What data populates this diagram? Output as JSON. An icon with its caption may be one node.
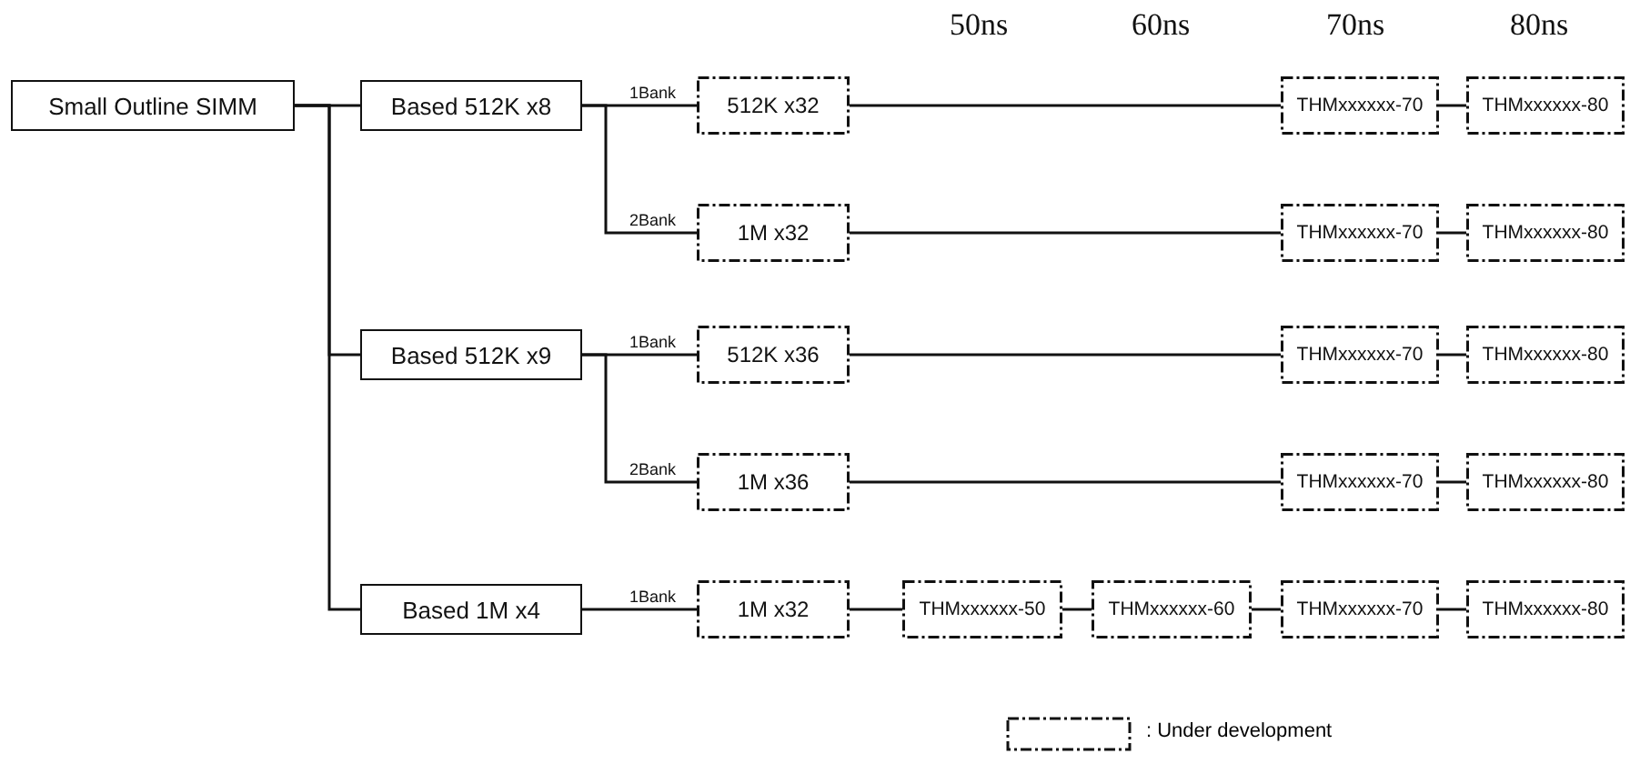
{
  "diagram": {
    "nodes": [
      {
        "text": [
          "Small Outline SIMM"
        ]
      },
      {
        "text": [
          "Based 512K x8"
        ]
      },
      {
        "text": [
          "512K x32"
        ]
      },
      {
        "text": [
          "THMxxxxxx-70"
        ]
      },
      {
        "text": [
          "THMxxxxxx-80"
        ]
      },
      {
        "text": [
          "1M x32"
        ]
      },
      {
        "text": [
          "THMxxxxxx-70"
        ]
      },
      {
        "text": [
          "THMxxxxxx-80"
        ]
      },
      {
        "text": [
          "Based 512K x9"
        ]
      },
      {
        "text": [
          "512K x36"
        ]
      },
      {
        "text": [
          "THMxxxxxx-70"
        ]
      },
      {
        "text": [
          "THMxxxxxx-80"
        ]
      },
      {
        "text": [
          "1M x36"
        ]
      },
      {
        "text": [
          "THMxxxxxx-70"
        ]
      },
      {
        "text": [
          "THMxxxxxx-80"
        ]
      },
      {
        "text": [
          "Based 1M x4"
        ]
      },
      {
        "text": [
          "1M x32"
        ]
      },
      {
        "text": [
          "THMxxxxxx-50"
        ]
      },
      {
        "text": [
          "THMxxxxxx-60"
        ]
      },
      {
        "text": [
          "THMxxxxxx-70"
        ]
      },
      {
        "text": [
          "THMxxxxxx-80"
        ]
      }
    ],
    "edges": [
      {
        "from": 0,
        "to": 1,
        "arrow": "none"
      },
      {
        "from": 0,
        "to": 8,
        "arrow": "none"
      },
      {
        "from": 0,
        "to": 15,
        "arrow": "none"
      },
      {
        "from": 1,
        "to": 2,
        "label": "1Bank",
        "arrow": "none"
      },
      {
        "from": 1,
        "to": 5,
        "label": "2Bank",
        "arrow": "none"
      },
      {
        "from": 8,
        "to": 9,
        "label": "1Bank",
        "arrow": "none"
      },
      {
        "from": 8,
        "to": 12,
        "label": "2Bank",
        "arrow": "none"
      },
      {
        "from": 15,
        "to": 16,
        "label": "1Bank",
        "arrow": "none"
      },
      {
        "from": 2,
        "to": 3,
        "arrow": "none"
      },
      {
        "from": 3,
        "to": 4,
        "arrow": "none"
      },
      {
        "from": 5,
        "to": 6,
        "arrow": "none"
      },
      {
        "from": 6,
        "to": 7,
        "arrow": "none"
      },
      {
        "from": 9,
        "to": 10,
        "arrow": "none"
      },
      {
        "from": 10,
        "to": 11,
        "arrow": "none"
      },
      {
        "from": 12,
        "to": 13,
        "arrow": "none"
      },
      {
        "from": 13,
        "to": 14,
        "arrow": "none"
      },
      {
        "from": 16,
        "to": 17,
        "arrow": "none"
      },
      {
        "from": 17,
        "to": 18,
        "arrow": "none"
      },
      {
        "from": 18,
        "to": 19,
        "arrow": "none"
      },
      {
        "from": 19,
        "to": 20,
        "arrow": "none"
      }
    ],
    "labels": [
      "50ns",
      "60ns",
      "70ns",
      "80ns"
    ],
    "legend": [
      {
        "text": ": Under development"
      }
    ]
  }
}
